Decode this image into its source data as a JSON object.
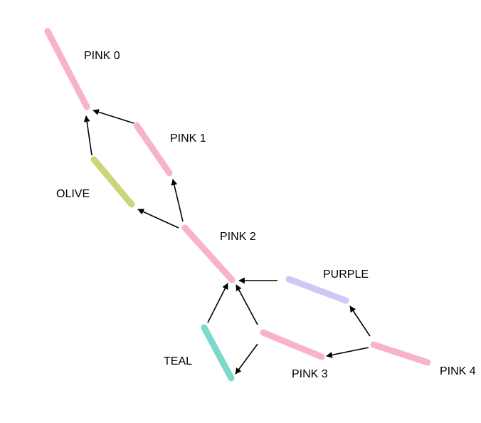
{
  "colors": {
    "pink": "#f8b3c8",
    "olive": "#cdd47a",
    "purple": "#cfc8f6",
    "teal": "#7fd8cc",
    "arrow": "#000000"
  },
  "nodes": [
    {
      "id": "pink0",
      "label": "PINK 0",
      "color": "pink"
    },
    {
      "id": "pink1",
      "label": "PINK 1",
      "color": "pink"
    },
    {
      "id": "olive",
      "label": "OLIVE",
      "color": "olive"
    },
    {
      "id": "pink2",
      "label": "PINK 2",
      "color": "pink"
    },
    {
      "id": "purple",
      "label": "PURPLE",
      "color": "purple"
    },
    {
      "id": "teal",
      "label": "TEAL",
      "color": "teal"
    },
    {
      "id": "pink3",
      "label": "PINK 3",
      "color": "pink"
    },
    {
      "id": "pink4",
      "label": "PINK 4",
      "color": "pink"
    }
  ],
  "edges": [
    {
      "from": "pink1",
      "to": "pink0"
    },
    {
      "from": "olive",
      "to": "pink0"
    },
    {
      "from": "pink2",
      "to": "olive"
    },
    {
      "from": "pink2",
      "to": "pink1"
    },
    {
      "from": "purple",
      "to": "pink2"
    },
    {
      "from": "teal",
      "to": "pink2"
    },
    {
      "from": "pink3",
      "to": "pink2"
    },
    {
      "from": "pink3",
      "to": "teal"
    },
    {
      "from": "pink4",
      "to": "pink3"
    },
    {
      "from": "pink4",
      "to": "purple"
    }
  ]
}
